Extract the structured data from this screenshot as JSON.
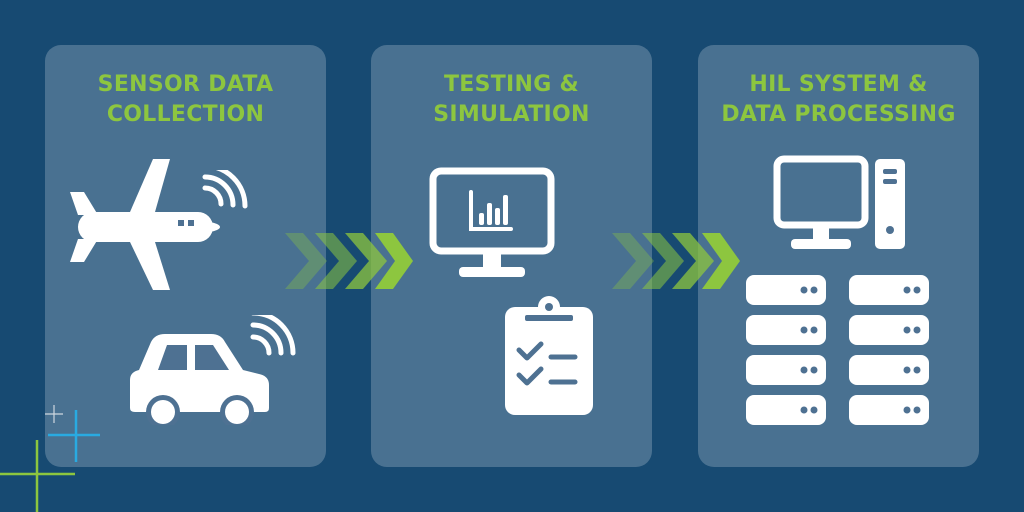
{
  "colors": {
    "background": "#174a72",
    "panel": "rgba(255,255,255,0.22)",
    "accent_green": "#8dc63f",
    "accent_cyan": "#29aae1",
    "icon_white": "#ffffff"
  },
  "panels": [
    {
      "title_line1": "SENSOR DATA",
      "title_line2": "COLLECTION",
      "icons": [
        "airplane-icon",
        "wireless-signal-icon",
        "car-icon"
      ]
    },
    {
      "title_line1": "TESTING &",
      "title_line2": "SIMULATION",
      "icons": [
        "monitor-chart-icon",
        "clipboard-checklist-icon"
      ]
    },
    {
      "title_line1": "HIL SYSTEM &",
      "title_line2": "DATA PROCESSING",
      "icons": [
        "desktop-computer-icon",
        "server-rack-icon"
      ]
    }
  ],
  "connectors": [
    "chevron-arrows-icon",
    "chevron-arrows-icon"
  ]
}
